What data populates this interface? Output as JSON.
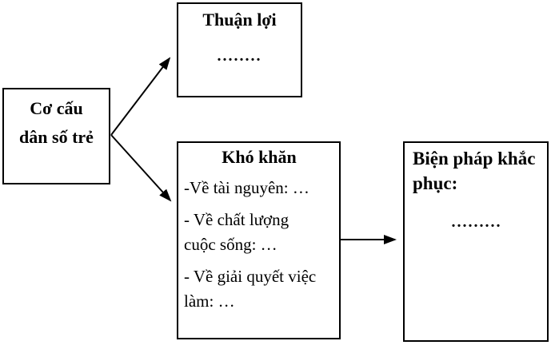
{
  "diagram": {
    "root_box": {
      "line1": "Cơ cấu",
      "line2": "dân số trẻ"
    },
    "advantages_box": {
      "title": "Thuận lợi",
      "placeholder_dots": "........"
    },
    "difficulties_box": {
      "title": "Khó khăn",
      "items": [
        "-Về tài nguyên: …",
        "- Về chất lượng cuộc sống: …",
        "- Về giải quyết việc làm: …"
      ]
    },
    "remedies_box": {
      "title": "Biện pháp khắc phục:",
      "placeholder_dots": "........."
    },
    "colors": {
      "border": "#000000",
      "text": "#000000",
      "background": "#ffffff"
    }
  }
}
